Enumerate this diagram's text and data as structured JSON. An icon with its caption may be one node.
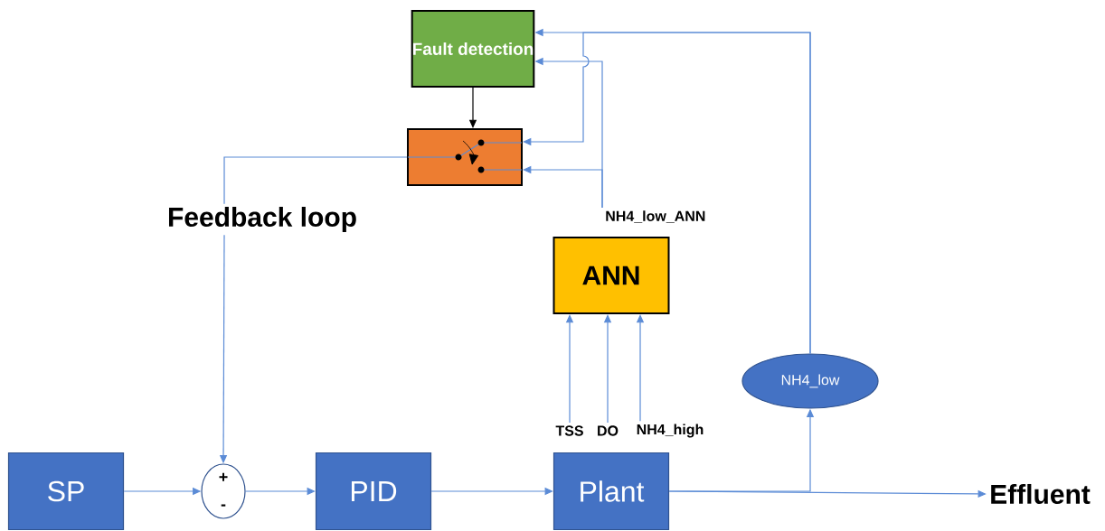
{
  "diagram": {
    "nodes": [
      {
        "text": [
          "Fault detection"
        ]
      },
      {
        "text": [],
        "shape": "box"
      },
      {
        "text": [
          "Feedback loop"
        ]
      },
      {
        "text": [
          "ANN"
        ]
      },
      {
        "text": [
          "SP"
        ]
      },
      {
        "text": [
          "+",
          "-"
        ]
      },
      {
        "text": [
          "PID"
        ]
      },
      {
        "text": [
          "Plant"
        ]
      },
      {
        "text": [
          "NH4_low"
        ]
      },
      {
        "text": [
          "Effluent"
        ]
      },
      {
        "text": [
          "NH4_low_ANN"
        ]
      },
      {
        "text": [
          "TSS"
        ]
      },
      {
        "text": [
          "DO"
        ]
      },
      {
        "text": [
          "NH4_high"
        ]
      }
    ],
    "edges": [
      {
        "from": 0,
        "to": 1,
        "arrow": "to",
        "color": "#000000"
      },
      {
        "from": 8,
        "to": 0,
        "arrow": "to"
      },
      {
        "from": 8,
        "to": 1,
        "arrow": "to"
      },
      {
        "from": 10,
        "to": 0,
        "arrow": "to"
      },
      {
        "from": 10,
        "to": 1,
        "arrow": "to"
      },
      {
        "from": 1,
        "to": 2,
        "arrow": "none"
      },
      {
        "from": 2,
        "to": 5,
        "arrow": "to"
      },
      {
        "from": 4,
        "to": 5,
        "arrow": "to"
      },
      {
        "from": 5,
        "to": 6,
        "arrow": "to"
      },
      {
        "from": 6,
        "to": 7,
        "arrow": "to"
      },
      {
        "from": 7,
        "to": 9,
        "arrow": "to"
      },
      {
        "from": 7,
        "to": 8,
        "arrow": "to"
      },
      {
        "from": 11,
        "to": 3,
        "arrow": "to"
      },
      {
        "from": 12,
        "to": 3,
        "arrow": "to"
      },
      {
        "from": 13,
        "to": 3,
        "arrow": "to"
      }
    ]
  }
}
